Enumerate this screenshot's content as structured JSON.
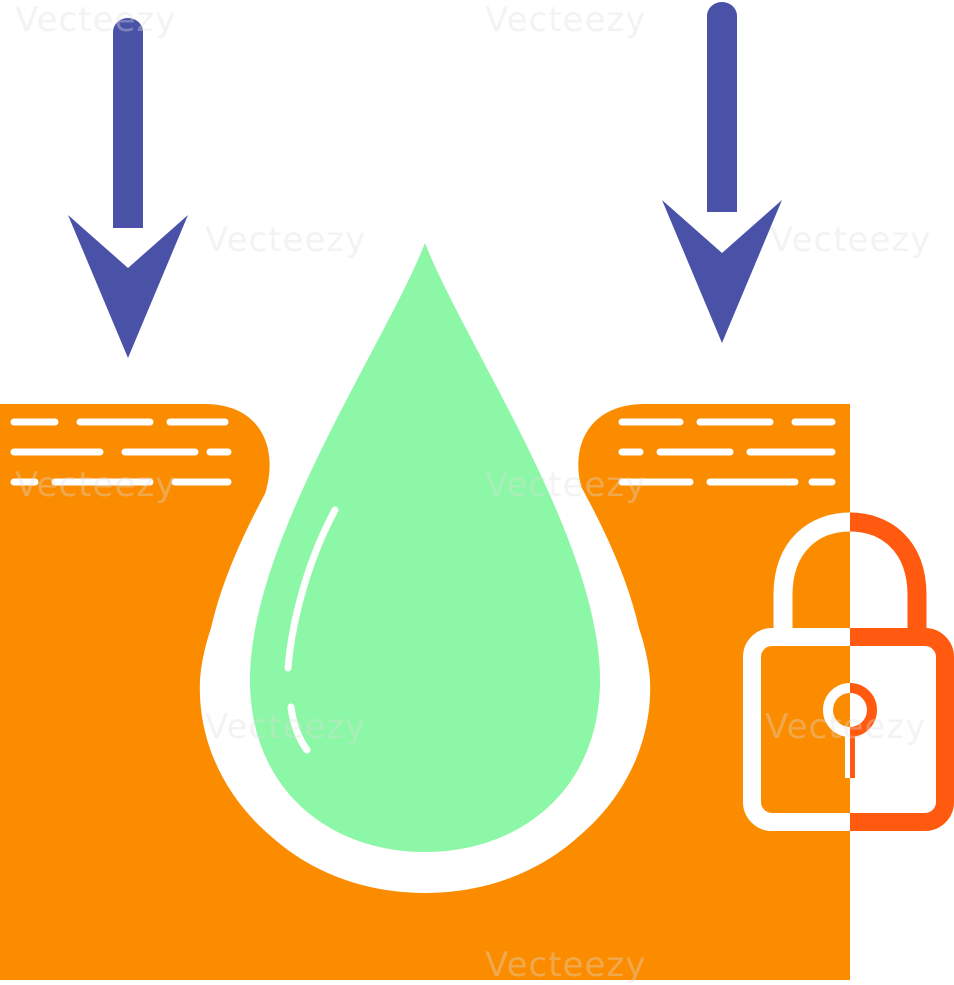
{
  "illustration": {
    "colors": {
      "background": "#ffffff",
      "skin": "#fb8c00",
      "arrow": "#4a52a8",
      "drop": "#8cf7a6",
      "drop_outline": "#ffffff",
      "lock_left": "#ffffff",
      "lock_right": "#ff5a0f"
    },
    "icons": [
      "down-arrow-icon",
      "water-drop-icon",
      "padlock-icon"
    ]
  },
  "watermarks": [
    "Vecteezy",
    "Vecteezy",
    "Vecteezy",
    "Vecteezy",
    "Vecteezy",
    "Vecteezy",
    "Vecteezy",
    "Vecteezy",
    "Vecteezy"
  ]
}
